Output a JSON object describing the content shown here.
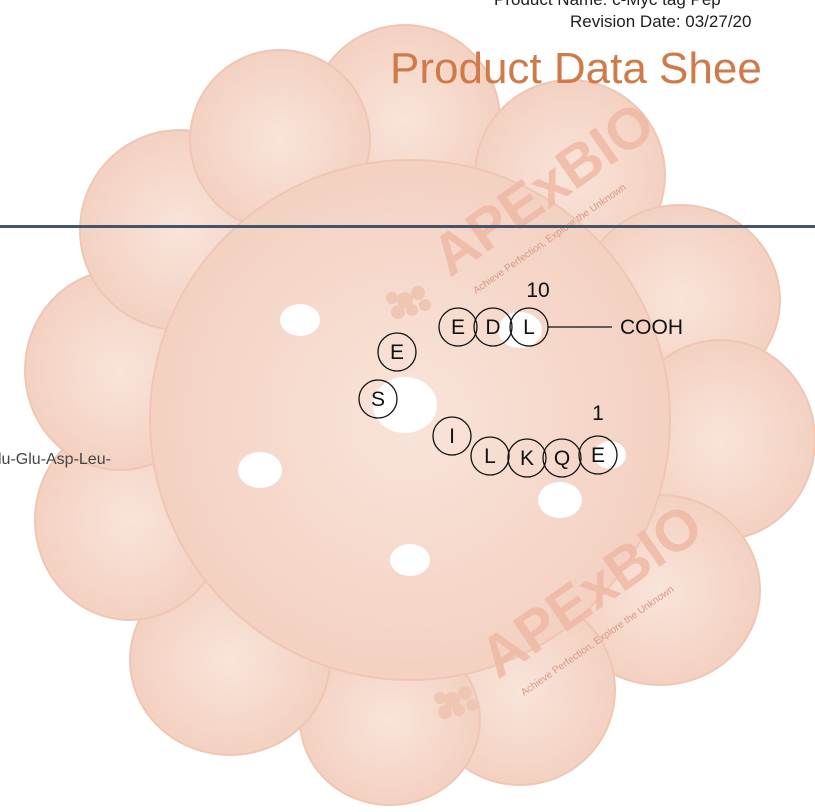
{
  "header": {
    "product_name": "Product Name: c-Myc tag Pep",
    "revision_date": "Revision Date: 03/27/20",
    "title": "Product Data Shee"
  },
  "body": {
    "sequence_fragment": "lu-Glu-Asp-Leu-"
  },
  "watermark": {
    "brand": "APExBIO",
    "tagline": "Achieve Perfection, Explore the Unknown"
  },
  "peptide_diagram": {
    "residues": [
      "E",
      "Q",
      "K",
      "L",
      "I",
      "S",
      "E",
      "E",
      "D",
      "L"
    ],
    "label_start": "1",
    "label_end": "10",
    "terminal": "COOH"
  },
  "colors": {
    "title": "#d07a4a",
    "divider": "#44546a",
    "background_blob": "#f6d9cd"
  }
}
